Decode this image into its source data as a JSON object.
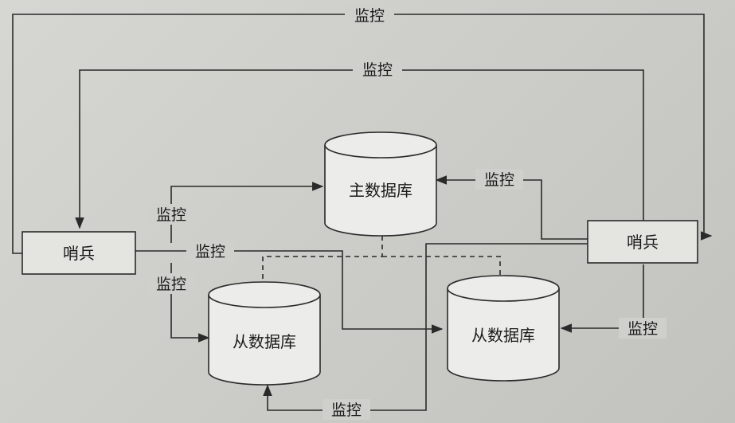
{
  "nodes": {
    "sentinel_left": "哨兵",
    "sentinel_right": "哨兵",
    "master_db": "主数据库",
    "slave_db_left": "从数据库",
    "slave_db_right": "从数据库"
  },
  "edges": {
    "top_outer": "监控",
    "top_inner": "监控",
    "left_to_master": "监控",
    "left_to_slave_right": "监控",
    "left_to_slave_left": "监控",
    "right_to_master": "监控",
    "right_to_slave_right": "监控",
    "bottom_to_slave_left": "监控"
  }
}
